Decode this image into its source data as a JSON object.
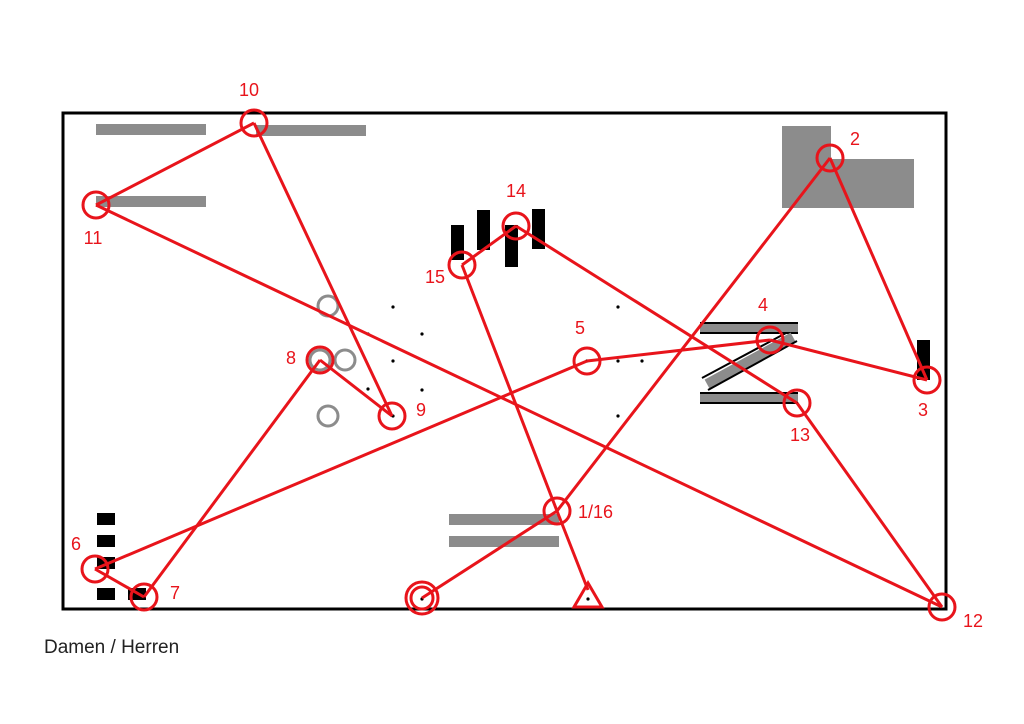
{
  "course": {
    "colors": {
      "route": "#e8141b",
      "border": "#000000",
      "obstacle": "#8c8c8c",
      "barrier": "#000000"
    },
    "legs": [
      "1/16",
      "2",
      "3",
      "4",
      "5",
      "6",
      "7",
      "8",
      "9",
      "10",
      "11",
      "12",
      "13",
      "14",
      "15",
      "1/16"
    ],
    "controls": [
      {
        "label": "1/16"
      },
      {
        "label": "2"
      },
      {
        "label": "3"
      },
      {
        "label": "4"
      },
      {
        "label": "5"
      },
      {
        "label": "6"
      },
      {
        "label": "7"
      },
      {
        "label": "8"
      },
      {
        "label": "9"
      },
      {
        "label": "10"
      },
      {
        "label": "11"
      },
      {
        "label": "12"
      },
      {
        "label": "13"
      },
      {
        "label": "14"
      },
      {
        "label": "15"
      }
    ],
    "start_symbol": "triangle",
    "finish_symbol": "double-circle"
  },
  "caption": "Damen / Herren"
}
